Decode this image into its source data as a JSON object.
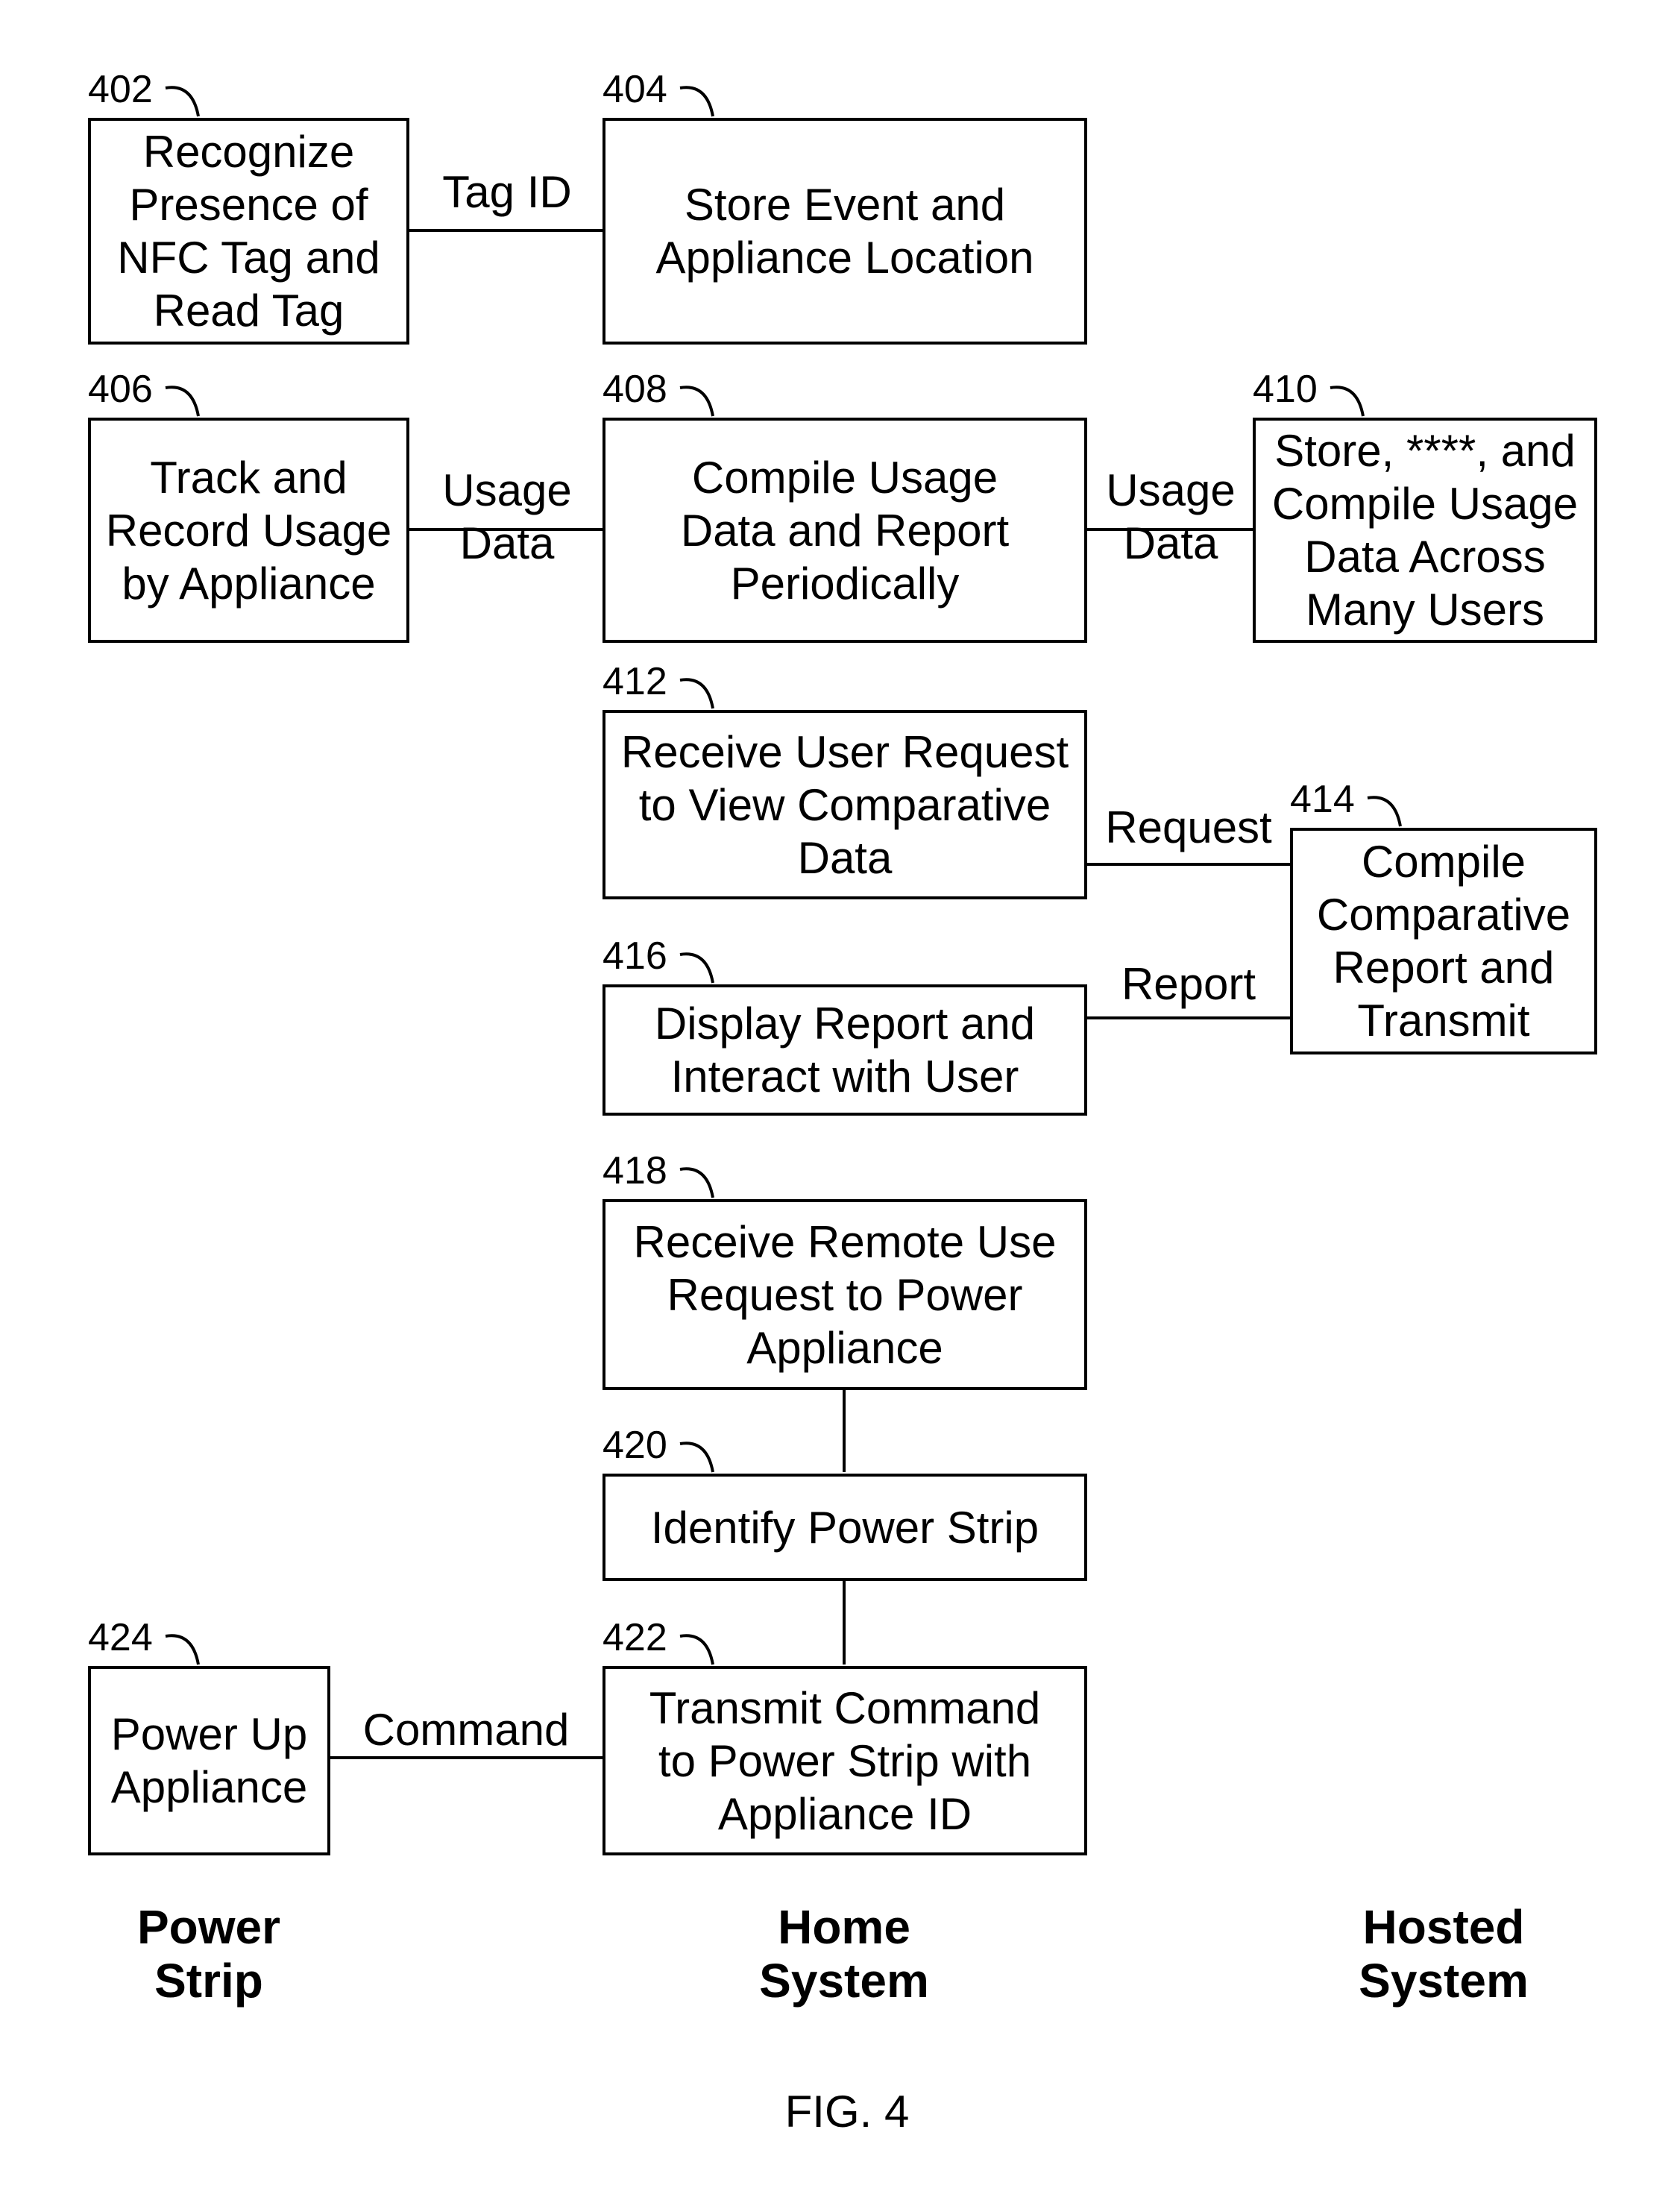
{
  "figure": {
    "caption": "FIG. 4"
  },
  "lanes": {
    "power_strip": "Power\nStrip",
    "home_system": "Home\nSystem",
    "hosted_system": "Hosted\nSystem"
  },
  "steps": {
    "s402": {
      "ref": "402",
      "text": "Recognize\nPresence of\nNFC Tag and\nRead Tag"
    },
    "s404": {
      "ref": "404",
      "text": "Store Event and\nAppliance Location"
    },
    "s406": {
      "ref": "406",
      "text": "Track and\nRecord Usage\nby Appliance"
    },
    "s408": {
      "ref": "408",
      "text": "Compile Usage\nData and Report\nPeriodically"
    },
    "s410": {
      "ref": "410",
      "text": "Store, ****, and\nCompile Usage\nData Across\nMany Users"
    },
    "s412": {
      "ref": "412",
      "text": "Receive User Request\nto View Comparative\nData"
    },
    "s414": {
      "ref": "414",
      "text": "Compile\nComparative\nReport and\nTransmit"
    },
    "s416": {
      "ref": "416",
      "text": "Display Report and\nInteract with User"
    },
    "s418": {
      "ref": "418",
      "text": "Receive Remote Use\nRequest to Power\nAppliance"
    },
    "s420": {
      "ref": "420",
      "text": "Identify Power Strip"
    },
    "s422": {
      "ref": "422",
      "text": "Transmit Command\nto Power Strip with\nAppliance ID"
    },
    "s424": {
      "ref": "424",
      "text": "Power Up\nAppliance"
    }
  },
  "connectors": {
    "tag_id": "Tag ID",
    "usage_data_1": "Usage\nData",
    "usage_data_2": "Usage\nData",
    "request": "Request",
    "report": "Report",
    "command": "Command"
  }
}
